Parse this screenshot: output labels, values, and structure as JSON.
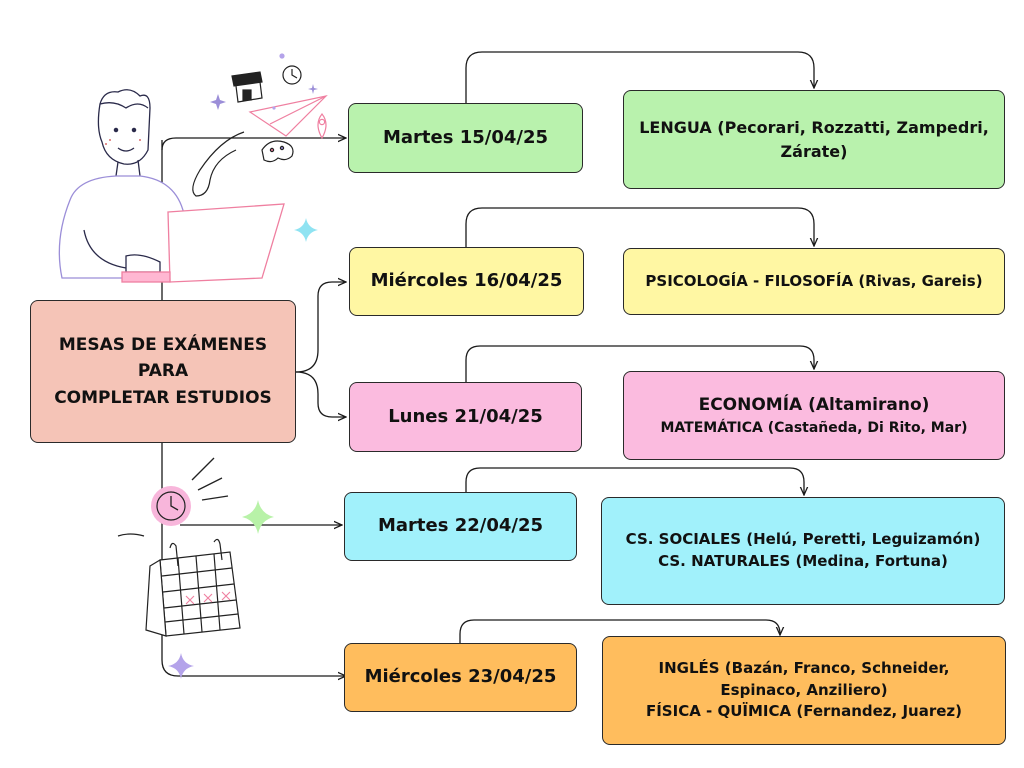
{
  "root": {
    "lines": [
      "MESAS DE EXÁMENES",
      "PARA",
      "COMPLETAR ESTUDIOS"
    ]
  },
  "exams": [
    {
      "date": "Martes 15/04/25",
      "subjects": [
        "LENGUA (Pecorari, Rozzatti, Zampedri, Zárate)"
      ],
      "color": "#b9f2ad"
    },
    {
      "date": "Miércoles 16/04/25",
      "subjects": [
        "PSICOLOGÍA - FILOSOFÍA (Rivas, Gareis)"
      ],
      "color": "#fff7a3"
    },
    {
      "date": "Lunes 21/04/25",
      "subjects": [
        "ECONOMÍA (Altamirano)",
        "MATEMÁTICA (Castañeda, Di Rito, Mar)"
      ],
      "color": "#fbbbdf"
    },
    {
      "date": "Martes 22/04/25",
      "subjects": [
        "CS. SOCIALES (Helú, Peretti, Leguizamón)",
        "CS. NATURALES (Medina, Fortuna)"
      ],
      "color": "#a1f1fb"
    },
    {
      "date": "Miércoles 23/04/25",
      "subjects": [
        "INGLÉS (Bazán, Franco, Schneider, Espinaco, Anziliero)",
        "FÍSICA - QUÏMICA (Fernandez, Juarez)"
      ],
      "color": "#ffbd5d"
    }
  ],
  "illustrations": [
    "person-at-laptop-icon",
    "paper-plane-icon",
    "clock-icon",
    "calendar-icon",
    "sparkle-icon"
  ]
}
